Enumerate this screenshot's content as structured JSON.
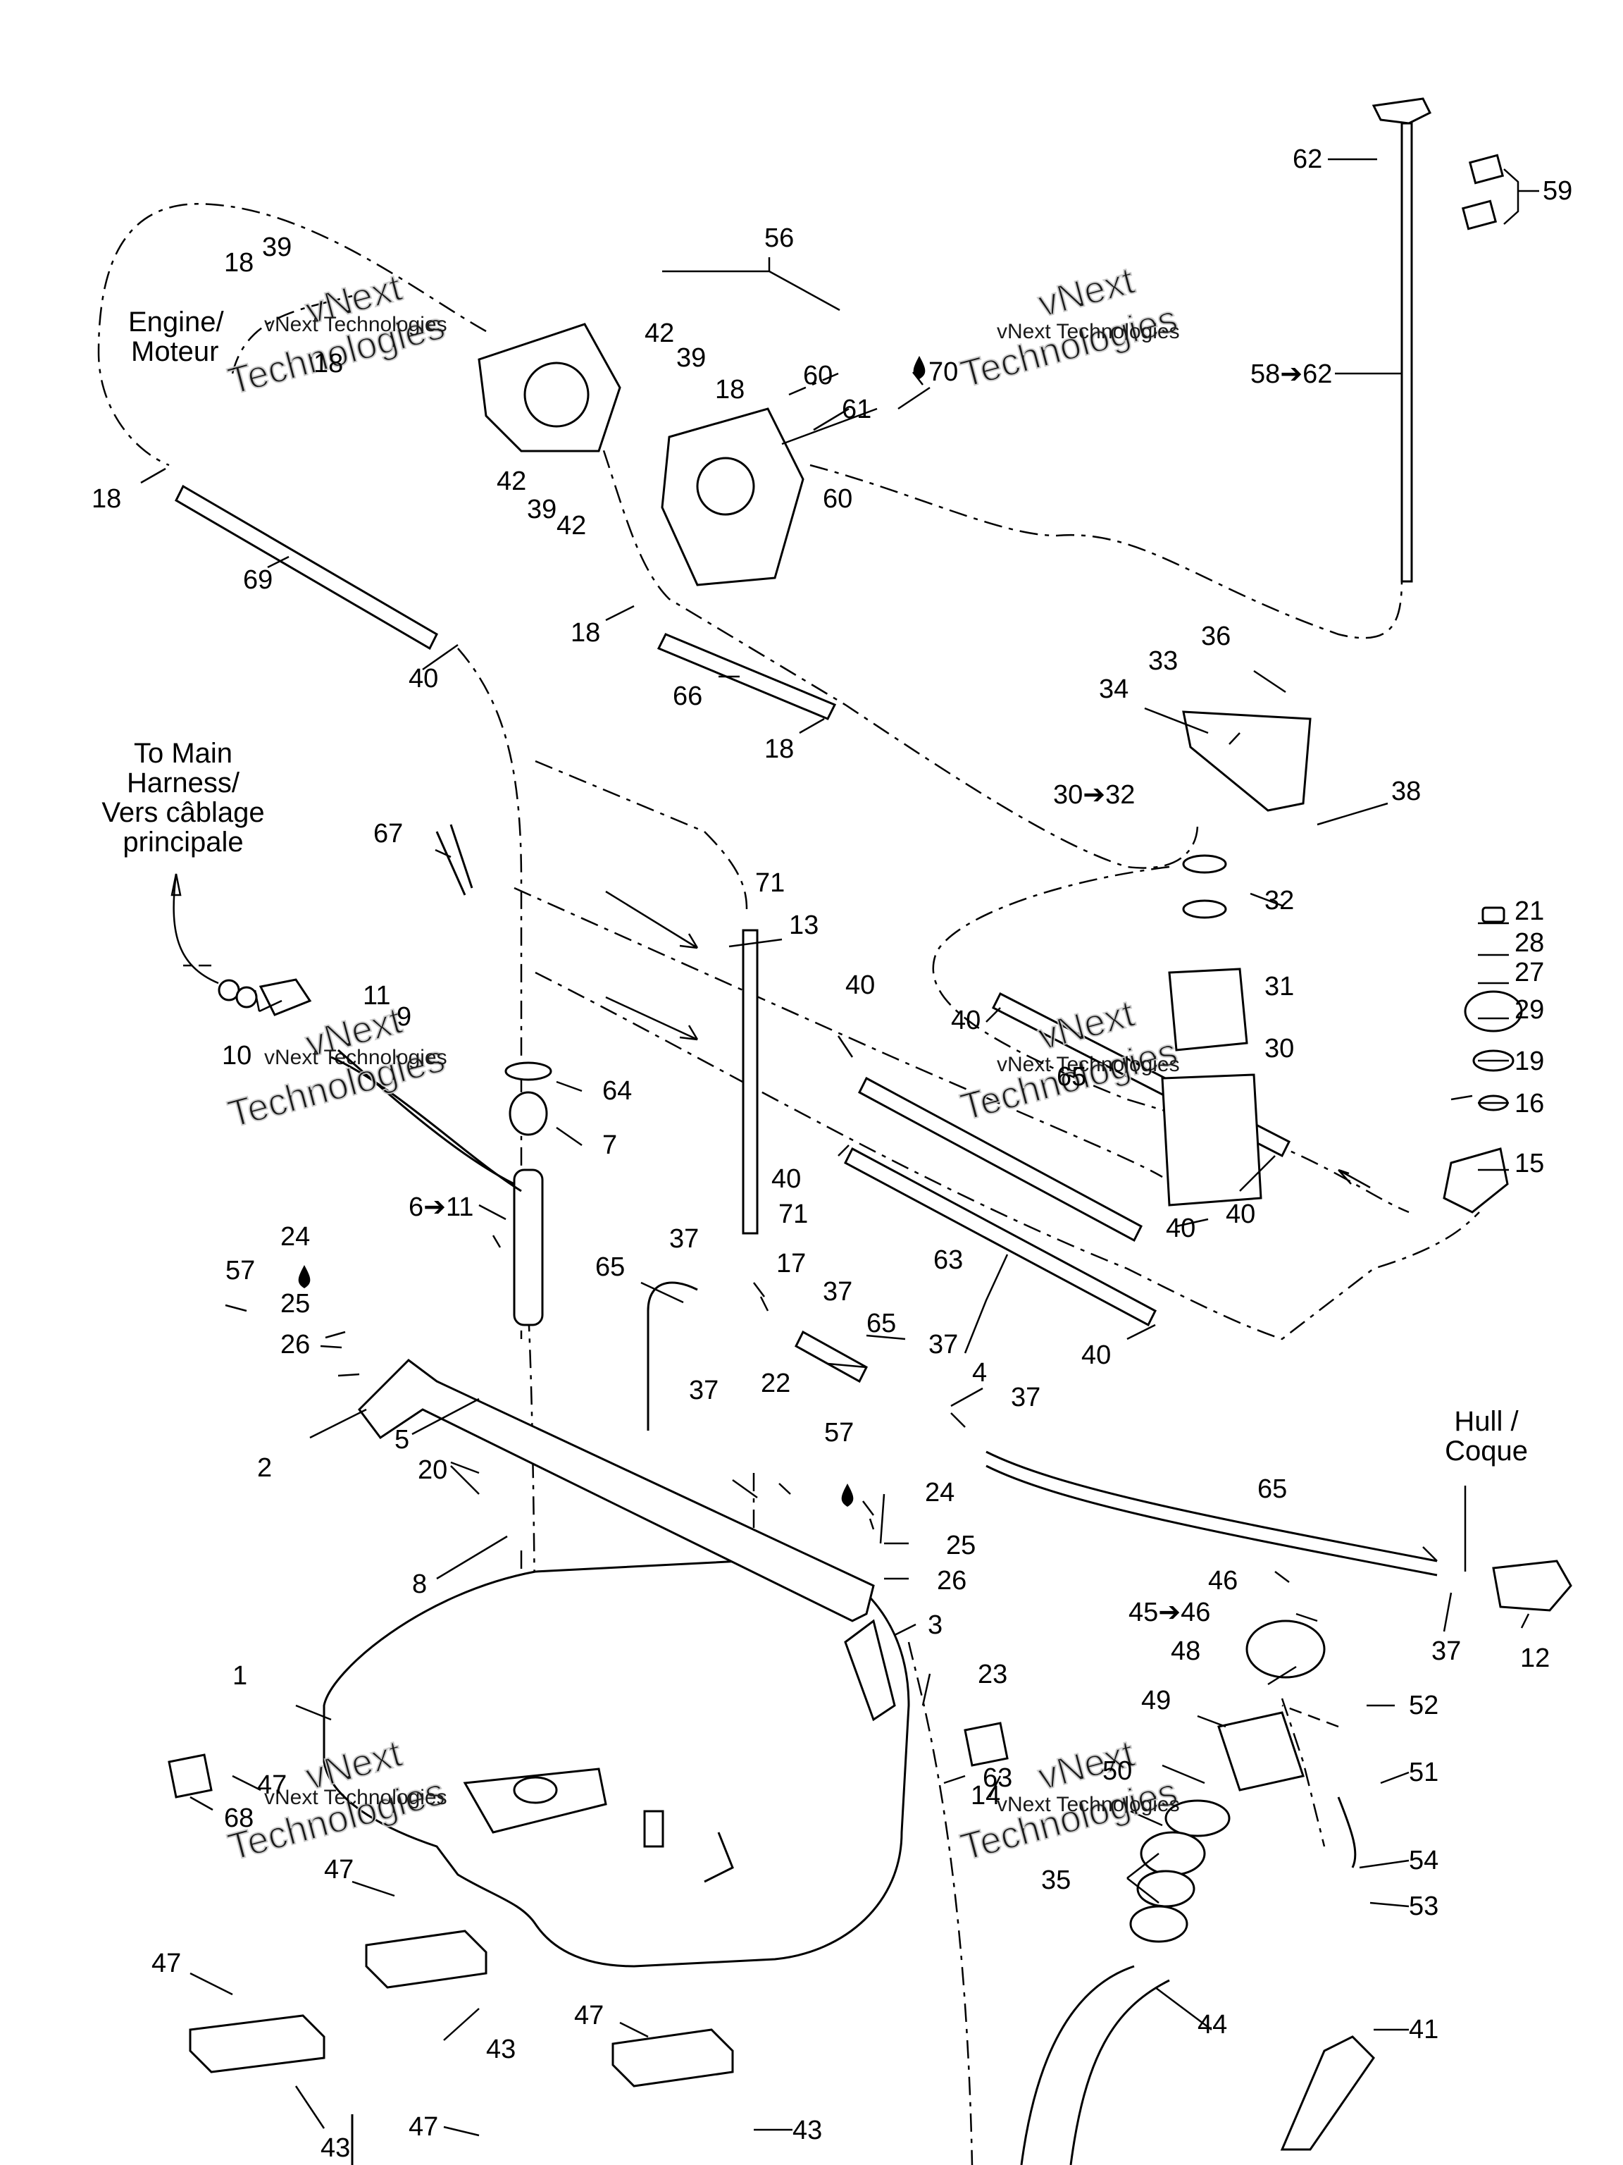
{
  "notes": {
    "engine": [
      "Engine/",
      "Moteur"
    ],
    "harness": [
      "To Main",
      "Harness/",
      "Vers câblage",
      "principale"
    ],
    "hull": [
      "Hull /",
      "Coque"
    ]
  },
  "watermark": {
    "brand": [
      "vNext",
      "Technologies"
    ],
    "small": "vNext Technologies"
  },
  "callouts": {
    "c1": "1",
    "c2": "2",
    "c3": "3",
    "c4": "4",
    "c5": "5",
    "c6": "6➔11",
    "c7": "7",
    "c8": "8",
    "c9": "9",
    "c10": "10",
    "c11": "11",
    "c12": "12",
    "c13": "13",
    "c14": "14",
    "c15": "15",
    "c16": "16",
    "c17": "17",
    "c18a": "18",
    "c18b": "18",
    "c18c": "18",
    "c18d": "18",
    "c18e": "18",
    "c18f": "18",
    "c19": "19",
    "c20": "20",
    "c21": "21",
    "c22": "22",
    "c23": "23",
    "c24a": "24",
    "c24b": "24",
    "c25a": "25",
    "c25b": "25",
    "c26a": "26",
    "c26b": "26",
    "c27": "27",
    "c28": "28",
    "c29": "29",
    "c30": "30",
    "c30r": "30➔32",
    "c31": "31",
    "c32": "32",
    "c33": "33",
    "c34": "34",
    "c35": "35",
    "c36": "36",
    "c37a": "37",
    "c37b": "37",
    "c37c": "37",
    "c37d": "37",
    "c37e": "37",
    "c37f": "37",
    "c38": "38",
    "c39a": "39",
    "c39b": "39",
    "c39c": "39",
    "c40a": "40",
    "c40b": "40",
    "c40c": "40",
    "c40d": "40",
    "c40e": "40",
    "c40f": "40",
    "c40g": "40",
    "c41": "41",
    "c42a": "42",
    "c42b": "42",
    "c42c": "42",
    "c43a": "43",
    "c43b": "43",
    "c43c": "43",
    "c44": "44",
    "c45": "45➔46",
    "c46": "46",
    "c47a": "47",
    "c47b": "47",
    "c47c": "47",
    "c47d": "47",
    "c47e": "47",
    "c48": "48",
    "c49": "49",
    "c50": "50",
    "c51": "51",
    "c52": "52",
    "c53": "53",
    "c54": "54",
    "c56": "56",
    "c57a": "57",
    "c57b": "57",
    "c58": "58➔62",
    "c59": "59",
    "c60a": "60",
    "c60b": "60",
    "c61": "61",
    "c62": "62",
    "c63": "63",
    "c64": "64",
    "c65a": "65",
    "c65b": "65",
    "c65c": "65",
    "c66": "66",
    "c67": "67",
    "c68": "68",
    "c69": "69",
    "c70": "70",
    "c71a": "71",
    "c71b": "71"
  }
}
